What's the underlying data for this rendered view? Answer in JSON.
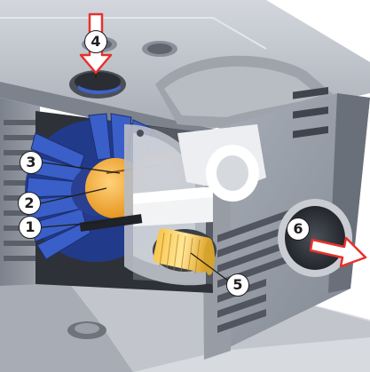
{
  "callouts": [
    {
      "id": "1",
      "label": "1"
    },
    {
      "id": "2",
      "label": "2"
    },
    {
      "id": "3",
      "label": "3"
    },
    {
      "id": "4",
      "label": "4"
    },
    {
      "id": "5",
      "label": "5"
    },
    {
      "id": "6",
      "label": "6"
    }
  ],
  "colors": {
    "housing": "#8b919c",
    "housing_dark": "#4d525b",
    "housing_light": "#c4c8cf",
    "fan_blue": "#2f4fb0",
    "motor_orange": "#f2a027",
    "arrow_red": "#e5322d",
    "outline": "#1e1e1e"
  }
}
